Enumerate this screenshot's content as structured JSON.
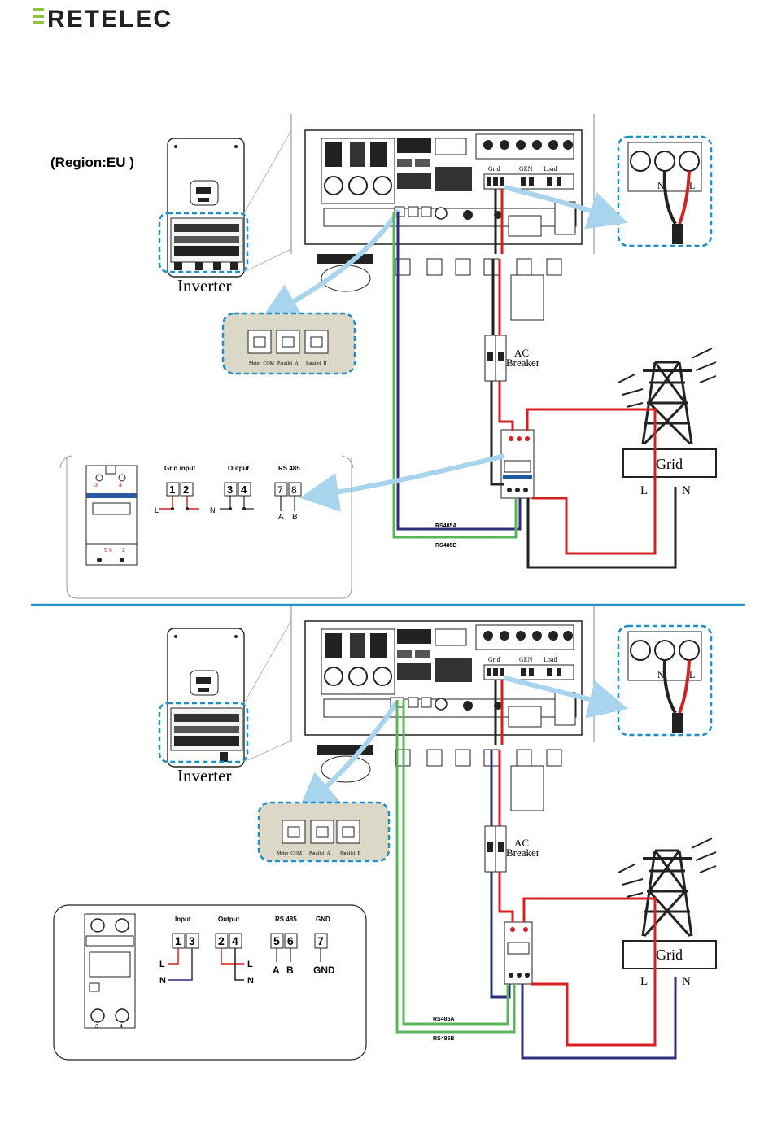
{
  "brand": {
    "logo_text": "RETELEC"
  },
  "top": {
    "region": "(Region:EU )",
    "inverter_label": "Inverter",
    "ports": [
      "Meter_COM",
      "Parallel_A",
      "Parallel_B"
    ],
    "terminal_header": {
      "grid": "Grid",
      "gen": "GEN",
      "load": "Load"
    },
    "zoom_terminal": {
      "n": "N",
      "l": "L"
    },
    "ac_breaker": [
      "AC",
      "Breaker"
    ],
    "grid_label": "Grid",
    "grid_lines": {
      "l": "L",
      "n": "N"
    },
    "wire_labels": {
      "a": "RS485A",
      "b": "RS485B"
    },
    "meter": {
      "headers": {
        "grid_input": "Grid input",
        "output": "Output",
        "rs485": "RS 485"
      },
      "pins_grid": [
        "1",
        "2"
      ],
      "pins_output": [
        "3",
        "4"
      ],
      "pins_rs485": [
        "7",
        "8"
      ],
      "side_labels": {
        "l": "L",
        "n": "N",
        "a": "A",
        "b": "B"
      },
      "device_numbers": [
        "3",
        "4",
        "5",
        "6",
        "2"
      ]
    }
  },
  "bottom": {
    "inverter_label": "Inverter",
    "ports": [
      "Meter_COM",
      "Parallel_A",
      "Parallel_B"
    ],
    "terminal_header": {
      "grid": "Grid",
      "gen": "GEN",
      "load": "Load"
    },
    "zoom_terminal": {
      "n": "N",
      "l": "L"
    },
    "ac_breaker": [
      "AC",
      "Breaker"
    ],
    "grid_label": "Grid",
    "grid_lines": {
      "l": "L",
      "n": "N"
    },
    "wire_labels": {
      "a": "RS485A",
      "b": "RS485B"
    },
    "meter": {
      "headers": {
        "input": "Input",
        "output": "Output",
        "rs485": "RS 485",
        "gnd": "GND"
      },
      "pins_input": [
        "1",
        "3"
      ],
      "pins_output": [
        "2",
        "4"
      ],
      "pins_rs485": [
        "5",
        "6"
      ],
      "pins_gnd": [
        "7"
      ],
      "side_labels": {
        "l_in": "L",
        "n_in": "N",
        "l_out": "L",
        "n_out": "N",
        "a": "A",
        "b": "B",
        "gnd": "GND"
      },
      "device_numbers": [
        "3",
        "4"
      ]
    }
  },
  "colors": {
    "highlight": "#1e8fc9",
    "arrow": "#a8d4ee",
    "red": "#d42020",
    "navy": "#2b2f7a",
    "green": "#5cb55c",
    "divider": "#2a93c9",
    "port_box": "#dcd8c8"
  }
}
